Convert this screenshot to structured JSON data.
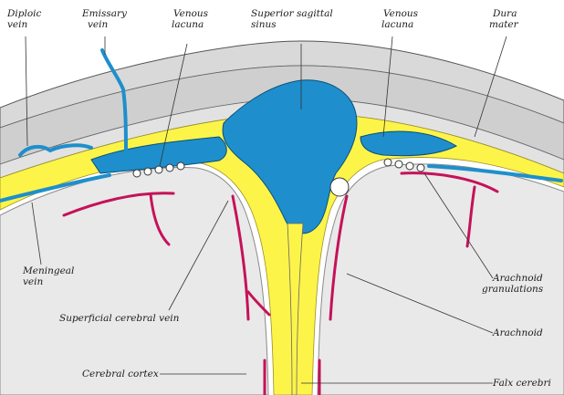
{
  "figure": {
    "labels": {
      "diploic_vein": [
        "Diploic",
        "vein"
      ],
      "emissary_vein": [
        "Emissary",
        "vein"
      ],
      "venous_lacuna_left": [
        "Venous",
        "lacuna"
      ],
      "superior_sagittal_sinus": [
        "Superior sagittal",
        "sinus"
      ],
      "venous_lacuna_right": [
        "Venous",
        "lacuna"
      ],
      "dura_mater": [
        "Dura",
        "mater"
      ],
      "meningeal_vein": [
        "Meningeal",
        "vein"
      ],
      "superficial_cerebral_vein": "Superficial cerebral vein",
      "arachnoid_granulations": [
        "Arachnoid",
        "granulations"
      ],
      "arachnoid": "Arachnoid",
      "cerebral_cortex": "Cerebral cortex",
      "falx_cerebri": "Falx cerebri"
    },
    "colors": {
      "dura": "#fdf44a",
      "blood": "#1e8fcc",
      "artery": "#c4125a",
      "cortex": "#e9e9e9",
      "bone": "#d9d9d9"
    }
  }
}
